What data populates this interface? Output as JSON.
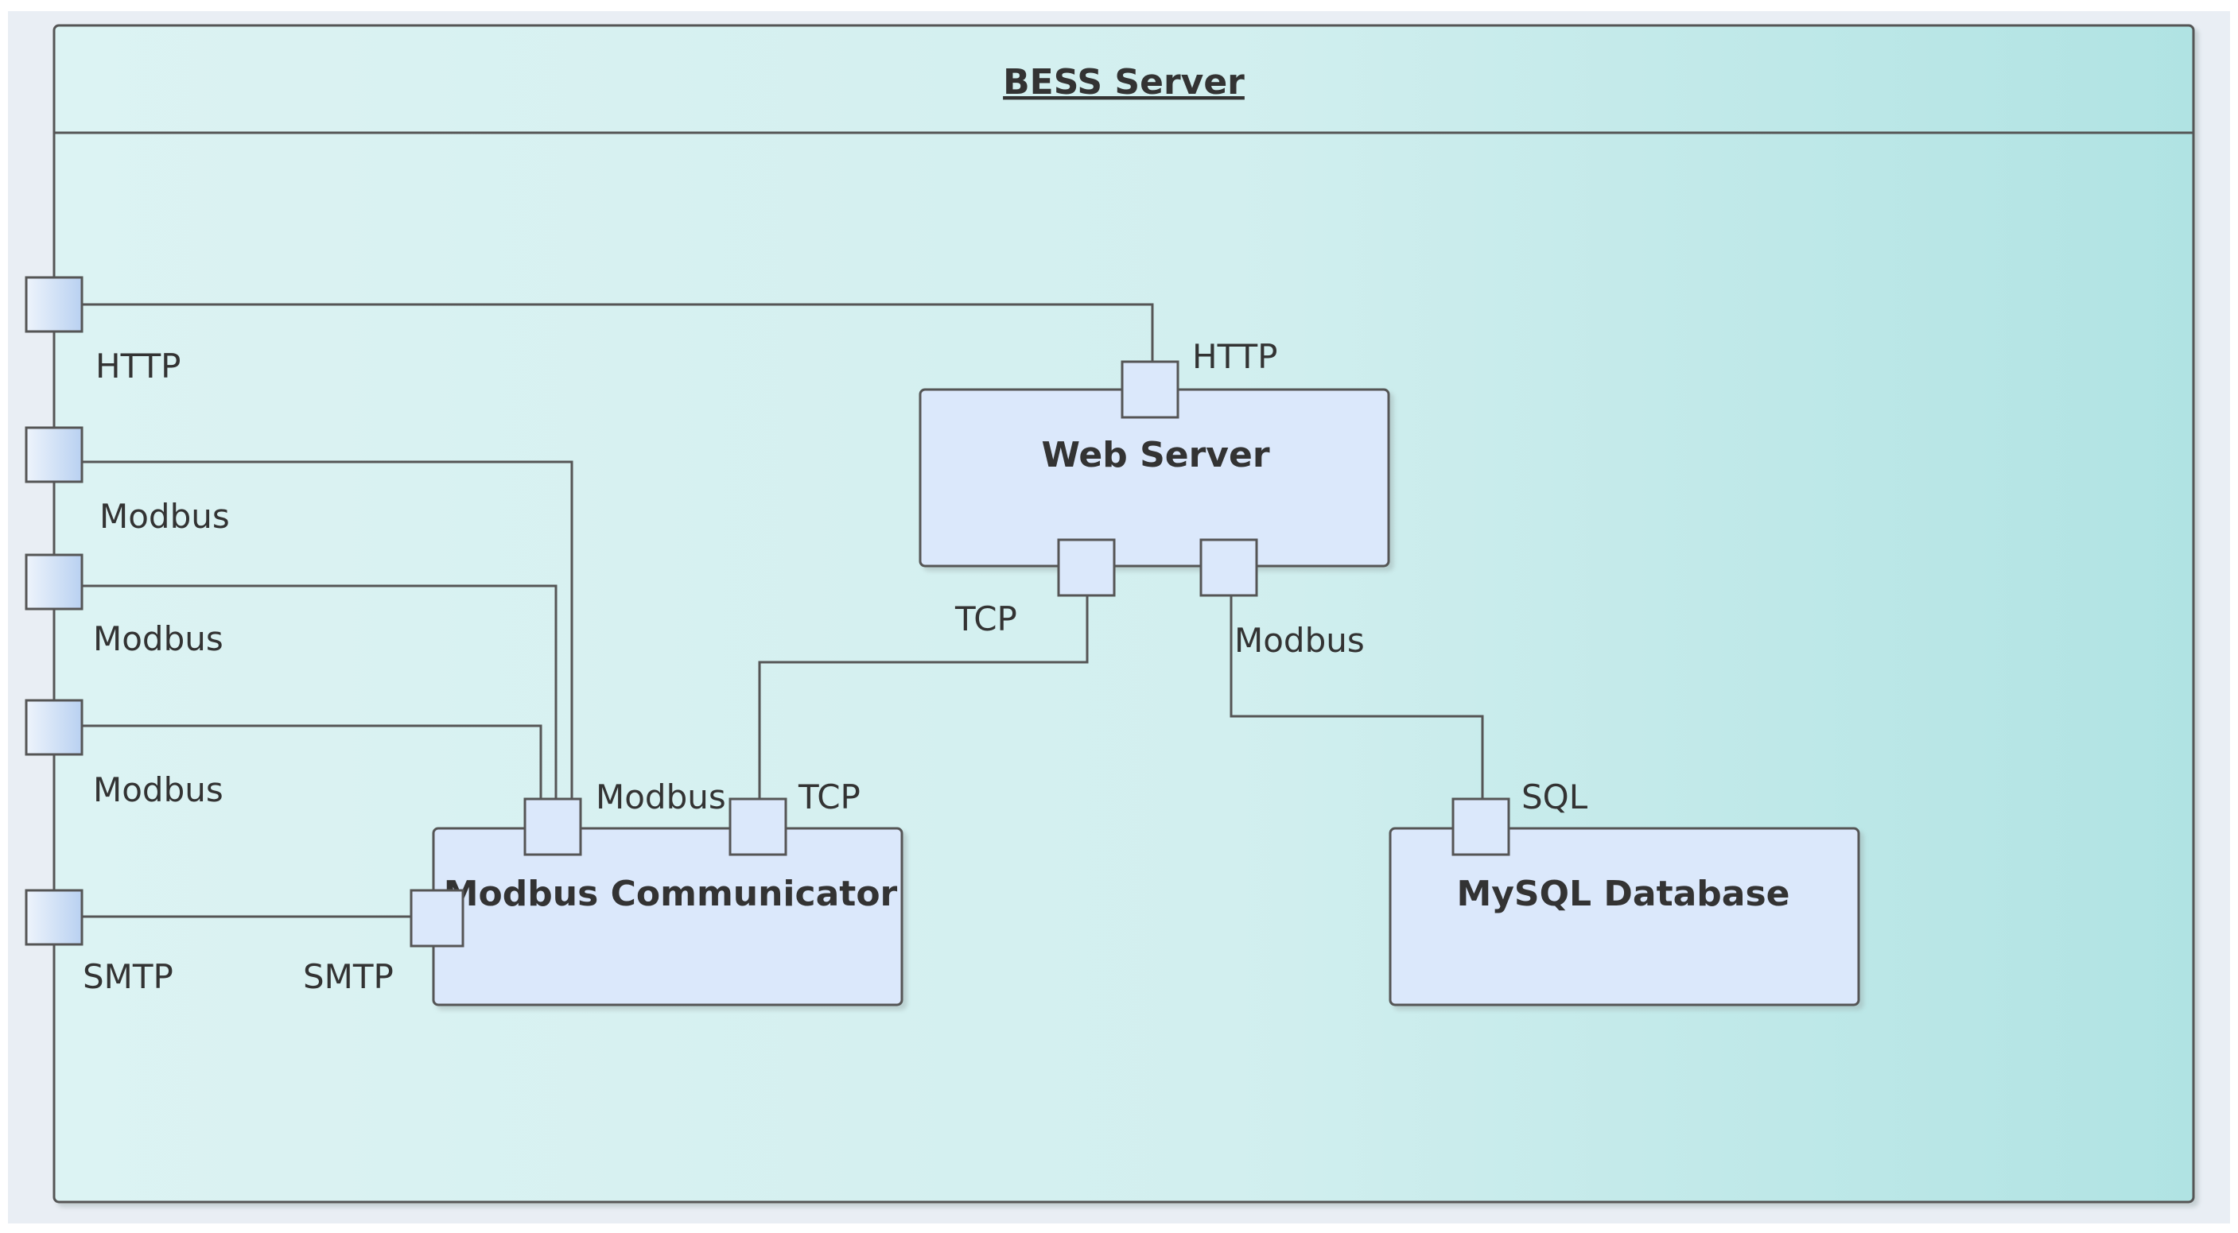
{
  "frame": {
    "title": "BESS Server"
  },
  "components": {
    "web_server": {
      "name": "Web Server"
    },
    "modbus_communicator": {
      "name": "Modbus Communicator"
    },
    "mysql_database": {
      "name": "MySQL Database"
    }
  },
  "boundary_ports": [
    {
      "label": "HTTP"
    },
    {
      "label": "Modbus"
    },
    {
      "label": "Modbus"
    },
    {
      "label": "Modbus"
    },
    {
      "label": "SMTP"
    }
  ],
  "component_ports": {
    "web_http": "HTTP",
    "web_tcp": "TCP",
    "web_modbus": "Modbus",
    "comm_modbus": "Modbus",
    "comm_tcp": "TCP",
    "comm_smtp": "SMTP",
    "db_sql": "SQL"
  },
  "colors": {
    "frame_gradient_left": "#dcf3f3",
    "frame_gradient_right": "#b0e3e3",
    "component_fill": "#dbe8fb",
    "port_fill": "#dbe8fb",
    "boundary_port_fill": "#c9dcf6",
    "line": "#555555"
  }
}
